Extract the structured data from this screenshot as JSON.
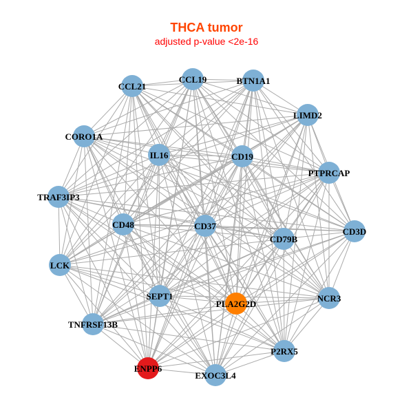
{
  "title": "THCA tumor",
  "subtitle": "adjusted p-value <2e-16",
  "colors": {
    "default_node": "#7eb0d5",
    "highlight_node": "#ff7f00",
    "target_node": "#e31a1c",
    "edge": "#aaaaaa"
  },
  "nodes": [
    {
      "id": "CCL19",
      "type": "default"
    },
    {
      "id": "BTN1A1",
      "type": "default"
    },
    {
      "id": "CCL21",
      "type": "default"
    },
    {
      "id": "LIMD2",
      "type": "default"
    },
    {
      "id": "CORO1A",
      "type": "default"
    },
    {
      "id": "IL16",
      "type": "default"
    },
    {
      "id": "CD19",
      "type": "default"
    },
    {
      "id": "PTPRCAP",
      "type": "default"
    },
    {
      "id": "TRAF3IP3",
      "type": "default"
    },
    {
      "id": "CD48",
      "type": "default"
    },
    {
      "id": "CD37",
      "type": "default"
    },
    {
      "id": "CD79B",
      "type": "default"
    },
    {
      "id": "CD3D",
      "type": "default"
    },
    {
      "id": "LCK",
      "type": "default"
    },
    {
      "id": "SEPT1",
      "type": "default"
    },
    {
      "id": "PLA2G2D",
      "type": "highlight"
    },
    {
      "id": "NCR3",
      "type": "default"
    },
    {
      "id": "TNFRSF13B",
      "type": "default"
    },
    {
      "id": "P2RX5",
      "type": "default"
    },
    {
      "id": "ENPP6",
      "type": "target"
    },
    {
      "id": "EXOC3L4",
      "type": "default"
    }
  ],
  "edges_mode": "complete",
  "edges_excluded": [
    [
      "LCK",
      "CD3D"
    ],
    [
      "TRAF3IP3",
      "NCR3"
    ],
    [
      "CORO1A",
      "P2RX5"
    ],
    [
      "ENPP6",
      "LIMD2"
    ],
    [
      "EXOC3L4",
      "CCL21"
    ],
    [
      "TNFRSF13B",
      "BTN1A1"
    ]
  ]
}
